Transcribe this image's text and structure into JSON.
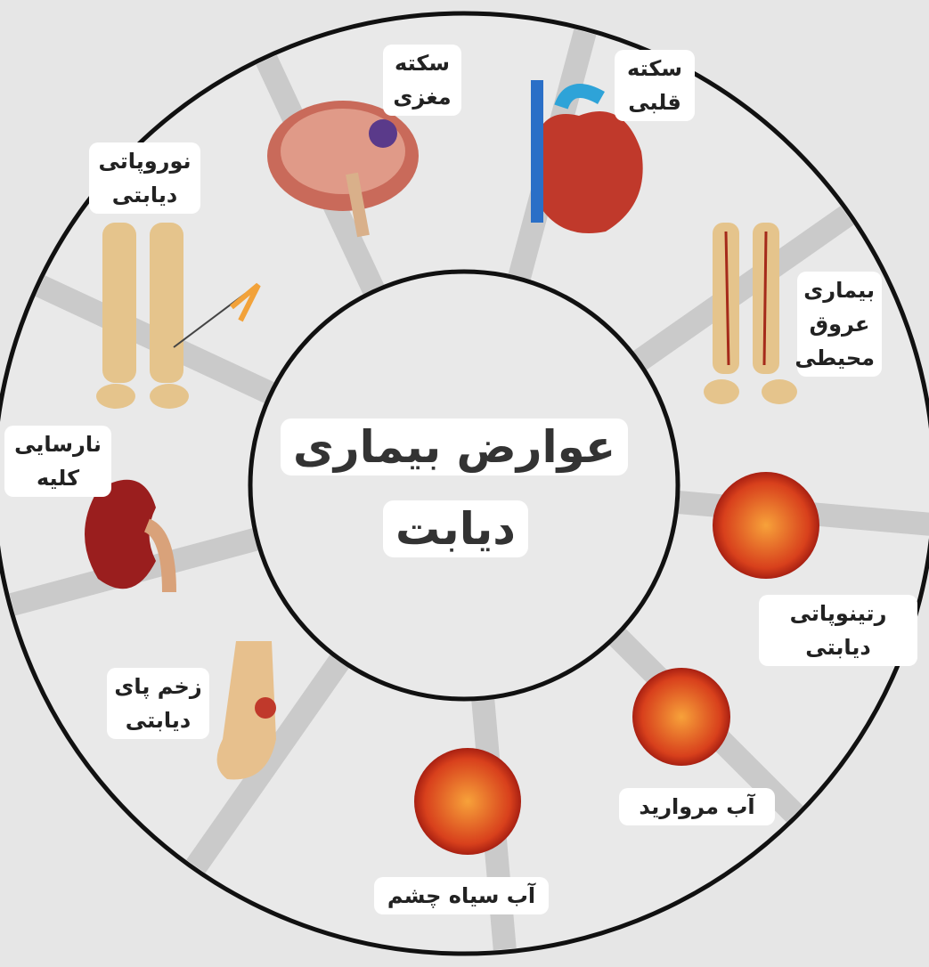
{
  "title": {
    "line1": "عوارض بیماری",
    "line2": "دیابت"
  },
  "complications": [
    {
      "id": "stroke",
      "label": "سکته مغزی",
      "icon": "brain-icon"
    },
    {
      "id": "heart-attack",
      "label": "سکته قلبی",
      "icon": "heart-icon"
    },
    {
      "id": "pad",
      "label": "بیماری عروق محیطی",
      "icon": "legs-arteries-icon"
    },
    {
      "id": "retinopathy",
      "label": "رتینوپاتی دیابتی",
      "icon": "eye-icon"
    },
    {
      "id": "cataract",
      "label": "آب مروارید",
      "icon": "eye-icon"
    },
    {
      "id": "glaucoma",
      "label": "آب سیاه چشم",
      "icon": "eye-icon"
    },
    {
      "id": "foot-ulcer",
      "label": "زخم پای دیابتی",
      "icon": "foot-icon"
    },
    {
      "id": "kidney-failure",
      "label": "نارسایی کلیه",
      "icon": "kidney-icon"
    },
    {
      "id": "neuropathy",
      "label": "نوروپاتی دیابتی",
      "icon": "legs-nerves-icon"
    }
  ],
  "colors": {
    "background": "#e6e6e6",
    "ring": "#111111",
    "label_bg": "#ffffff"
  }
}
